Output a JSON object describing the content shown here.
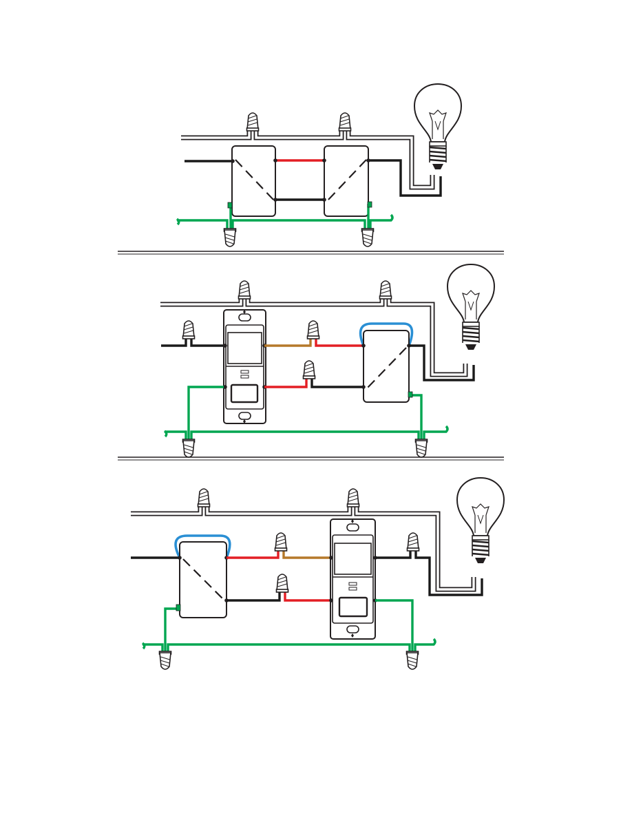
{
  "colors": {
    "black": "#1a1a1a",
    "neutral_white": "#ffffff",
    "traveler_red": "#e31e24",
    "traveler_tan": "#b5792a",
    "ground_green": "#00a651",
    "jumper_blue": "#2a8fd4",
    "outline": "#231f20"
  },
  "panels": [
    {
      "id": "panel-1",
      "description_name": "two-standard-three-way-switches"
    },
    {
      "id": "panel-2",
      "description_name": "smart-switch-line-side-with-companion"
    },
    {
      "id": "panel-3",
      "description_name": "companion-line-side-with-smart-switch"
    }
  ],
  "icons": [
    "wire-nut-icon",
    "light-bulb-icon",
    "three-way-switch-icon",
    "smart-switch-icon",
    "ground-screw-icon"
  ]
}
